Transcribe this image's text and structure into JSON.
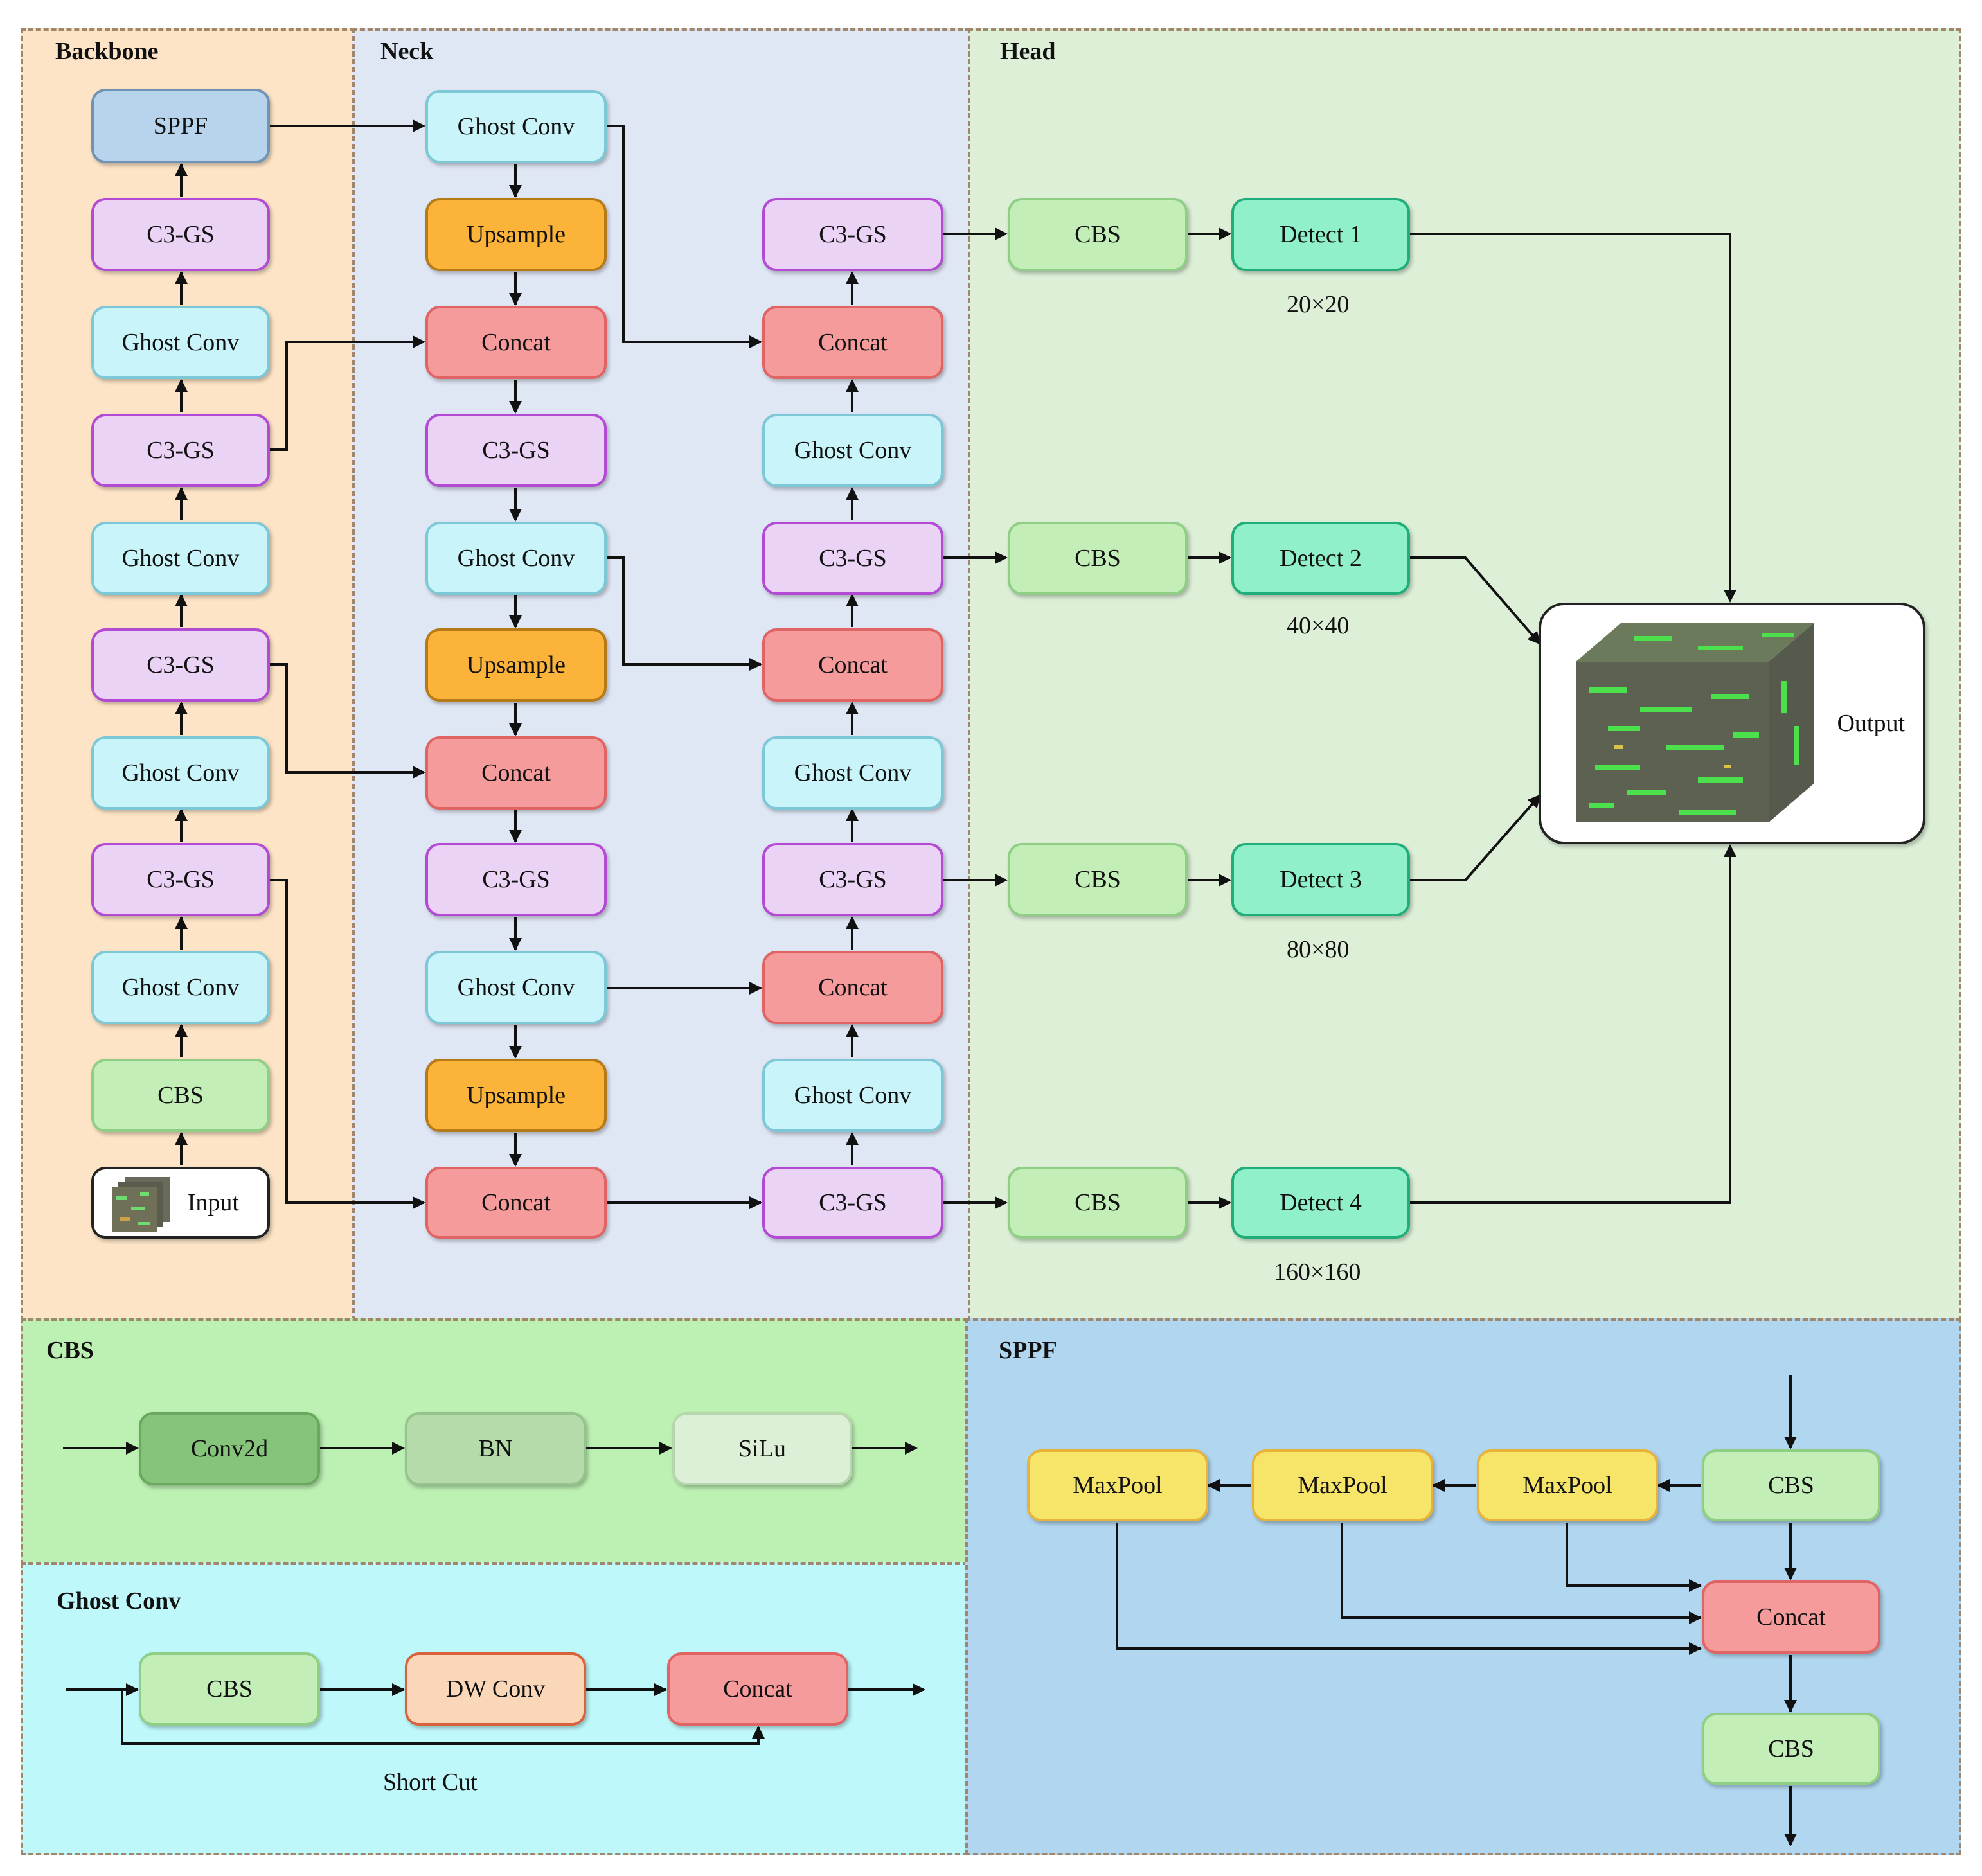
{
  "panels": {
    "backbone": "Backbone",
    "neck": "Neck",
    "head": "Head",
    "cbs_detail": "CBS",
    "sppf_detail": "SPPF",
    "ghost_detail": "Ghost Conv"
  },
  "backbone": {
    "sppf": "SPPF",
    "c3gs": "C3-GS",
    "ghost_conv": "Ghost Conv",
    "cbs": "CBS",
    "input": "Input"
  },
  "neck": {
    "ghost_conv": "Ghost Conv",
    "upsample": "Upsample",
    "concat": "Concat",
    "c3gs": "C3-GS"
  },
  "head": {
    "cbs": "CBS",
    "detect": [
      "Detect 1",
      "Detect 2",
      "Detect 3",
      "Detect 4"
    ],
    "sizes": [
      "20×20",
      "40×40",
      "80×80",
      "160×160"
    ],
    "output": "Output"
  },
  "cbs_block": {
    "steps": [
      "Conv2d",
      "BN",
      "SiLu"
    ]
  },
  "ghost_block": {
    "steps": [
      "CBS",
      "DW Conv",
      "Concat"
    ],
    "shortcut": "Short Cut"
  },
  "sppf_block": {
    "maxpool": "MaxPool",
    "cbs": "CBS",
    "concat": "Concat"
  },
  "colors": {
    "backbone_bg": "#fde4c6",
    "neck_bg": "#dfe6f4",
    "head_bg": "#ddefd7",
    "cbs_panel_bg": "#bdf0b3",
    "ghost_panel_bg": "#bff8fa",
    "sppf_panel_bg": "#b1d6ef"
  }
}
